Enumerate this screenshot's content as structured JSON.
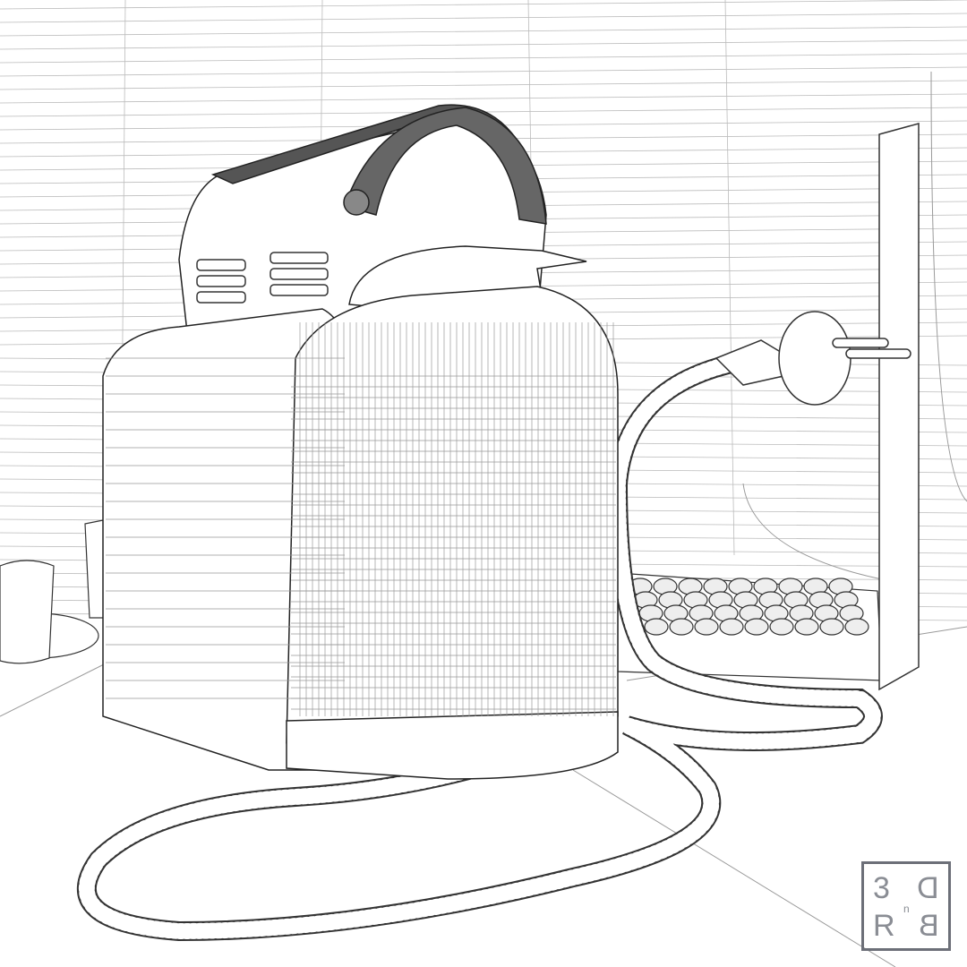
{
  "scene": {
    "subject": "coffee-machine-wireframe",
    "line_color": "#333333",
    "background": "#ffffff"
  },
  "watermark": {
    "letters": [
      "3",
      "D",
      "n",
      "R",
      "B"
    ],
    "border_color": "#6c6f78"
  }
}
